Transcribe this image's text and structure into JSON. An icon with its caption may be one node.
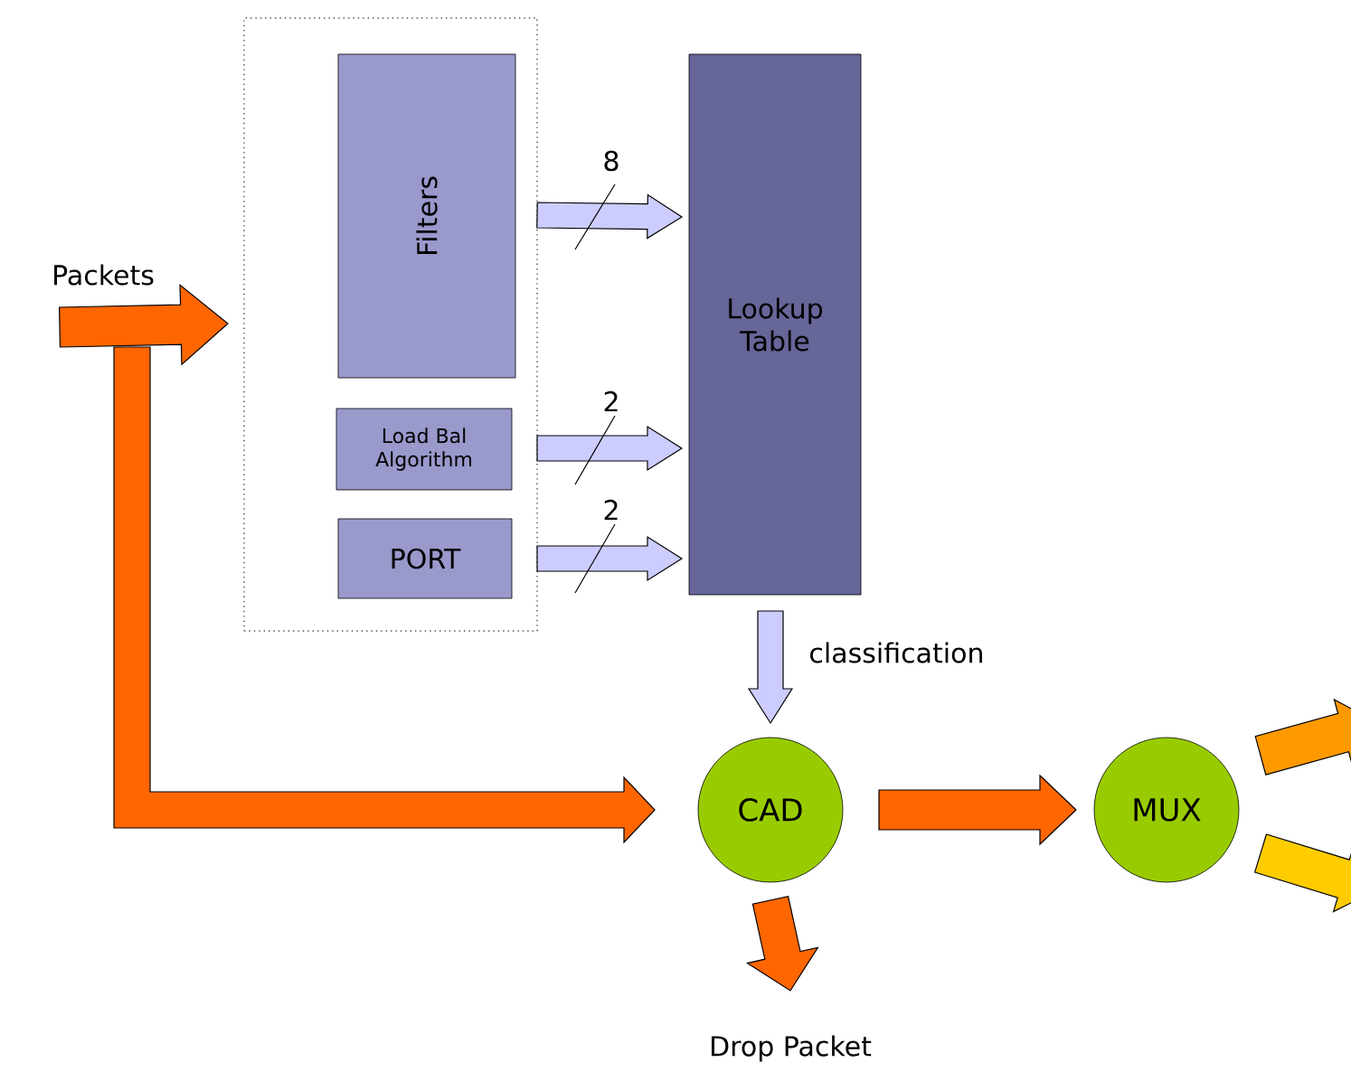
{
  "diagram": {
    "nodes": [
      {
        "text": [
          "Packets"
        ]
      },
      {
        "text": [],
        "shape": "box"
      },
      {
        "text": [
          "Filters"
        ],
        "in": 1
      },
      {
        "text": [
          "Load Bal Algorithm"
        ],
        "in": 1
      },
      {
        "text": [
          "PORT"
        ],
        "in": 1
      },
      {
        "text": [
          "Lookup Table"
        ]
      },
      {
        "text": [
          "CAD"
        ]
      },
      {
        "text": [
          "MUX"
        ]
      },
      {
        "text": [
          "Drop Packet"
        ]
      }
    ],
    "edges": [
      {
        "from": 0,
        "to": 1,
        "arrow": "to",
        "color": "#ff6600"
      },
      {
        "from": 0,
        "to": 6,
        "arrow": "to",
        "color": "#ff6600"
      },
      {
        "from": 2,
        "to": 5,
        "arrow": "to",
        "label": "8",
        "color": "#ccccff"
      },
      {
        "from": 3,
        "to": 5,
        "arrow": "to",
        "label": "2",
        "color": "#ccccff"
      },
      {
        "from": 4,
        "to": 5,
        "arrow": "to",
        "label": "2",
        "color": "#ccccff"
      },
      {
        "from": 5,
        "to": 6,
        "arrow": "to",
        "label": "classification",
        "color": "#ccccff"
      },
      {
        "from": 6,
        "to": 7,
        "arrow": "to",
        "color": "#ff6600"
      },
      {
        "from": 6,
        "to": 8,
        "arrow": "to",
        "color": "#ff6600"
      },
      {
        "from": 7,
        "to": null,
        "arrow": "to",
        "color": "#ff9900"
      },
      {
        "from": 7,
        "to": null,
        "arrow": "to",
        "color": "#ffcc00"
      }
    ]
  }
}
